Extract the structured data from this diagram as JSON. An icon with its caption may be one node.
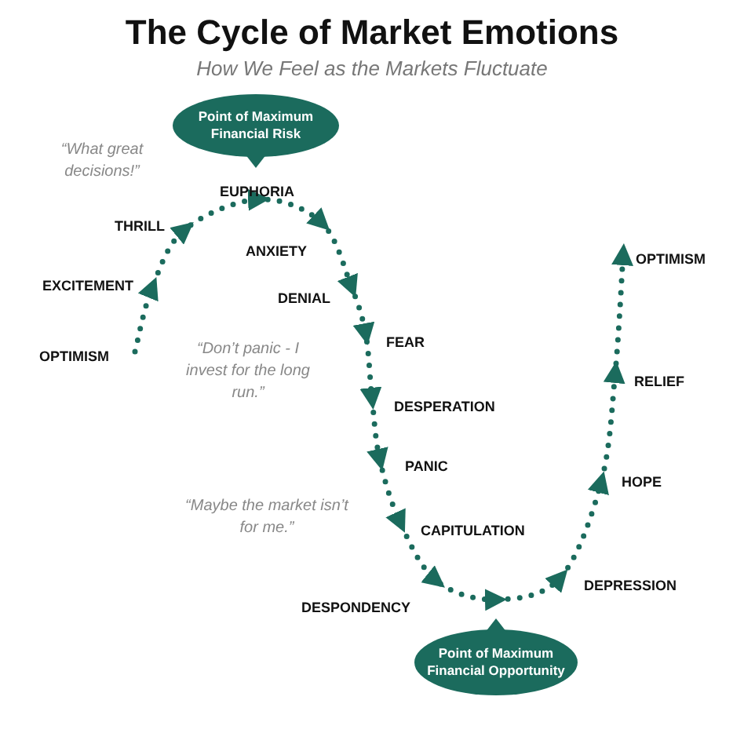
{
  "diagram": {
    "title": "The Cycle of Market Emotions",
    "nodes": [
      {
        "text": [
          "Point of Maximum Financial Risk"
        ]
      },
      {
        "text": [
          "Point of Maximum Financial Opportunity"
        ]
      }
    ],
    "labels": [
      "How We Feel as the Markets Fluctuate",
      "“What great decisions!”",
      "EUPHORIA",
      "THRILL",
      "ANXIETY",
      "OPTIMISM",
      "EXCITEMENT",
      "DENIAL",
      "FEAR",
      "OPTIMISM",
      "“Don’t panic - I invest for the long run.”",
      "RELIEF",
      "DESPERATION",
      "PANIC",
      "HOPE",
      "“Maybe the market isn’t for me.”",
      "CAPITULATION",
      "DEPRESSION",
      "DESPONDENCY"
    ]
  }
}
